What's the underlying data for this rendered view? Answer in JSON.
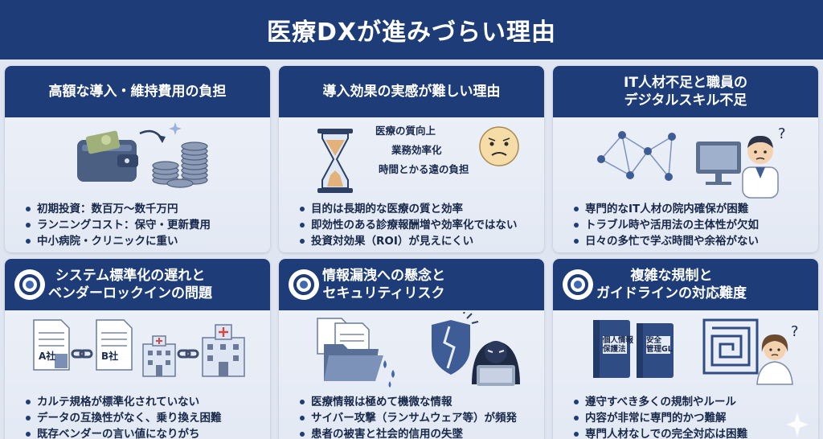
{
  "title": "医療DXが進みづらい理由",
  "colors": {
    "navy": "#1e3d78",
    "accent": "#3f68b0",
    "card_bg": "#e8edf6"
  },
  "cards": [
    {
      "heading": "高額な導入・維持費用の負担",
      "bullets": [
        "初期投資：数百万〜数千万円",
        "ランニングコスト：保守・更新費用",
        "中小病院・クリニックに重い"
      ],
      "icons": [
        "wallet-icon",
        "coin-stack-icon",
        "sparkle-icon"
      ]
    },
    {
      "heading": "導入効果の実感が難しい理由",
      "labels": [
        "医療の質向上",
        "業務効率化",
        "時間とかる遠の負担"
      ],
      "bullets": [
        "目的は長期的な医療の質と効率",
        "即効性のある診療報酬増や効率化ではない",
        "投資対効果（ROI）が見えにくい"
      ],
      "icons": [
        "hourglass-icon",
        "worried-face-icon"
      ]
    },
    {
      "heading": "IT人材不足と職員の\nデジタルスキル不足",
      "bullets": [
        "専門的なIT人材の院内確保が困難",
        "トラブル時や活用法の主体性が欠如",
        "日々の多忙で学ぶ時間や余裕がない"
      ],
      "icons": [
        "network-icon",
        "monitor-icon",
        "confused-staff-icon"
      ]
    },
    {
      "heading": "システム標準化の遅れと\nベンダーロックインの問題",
      "labels": [
        "A社",
        "B社"
      ],
      "bullets": [
        "カルテ規格が標準化されていない",
        "データの互換性がなく、乗り換え困難",
        "既存ベンダーの言い値になりがち"
      ],
      "icons": [
        "document-icon",
        "chain-icon",
        "hospital-icon"
      ]
    },
    {
      "heading": "情報漏洩への懸念と\nセキュリティリスク",
      "bullets": [
        "医療情報は極めて機微な情報",
        "サイバー攻撃（ランサムウェア等）が頻発",
        "患者の被害と社会的信用の失墜"
      ],
      "icons": [
        "leaking-folder-icon",
        "broken-shield-icon",
        "hacker-icon"
      ]
    },
    {
      "heading": "複雑な規制と\nガイドラインの対応難度",
      "labels": [
        "個人情報\n保護法",
        "安全\n管理GL"
      ],
      "bullets": [
        "遵守すべき多くの規制やルール",
        "内容が非常に専門的かつ難解",
        "専門人材なしでの完全対応は困難"
      ],
      "icons": [
        "law-book-icon",
        "guideline-book-icon",
        "maze-icon",
        "confused-woman-icon"
      ]
    }
  ]
}
